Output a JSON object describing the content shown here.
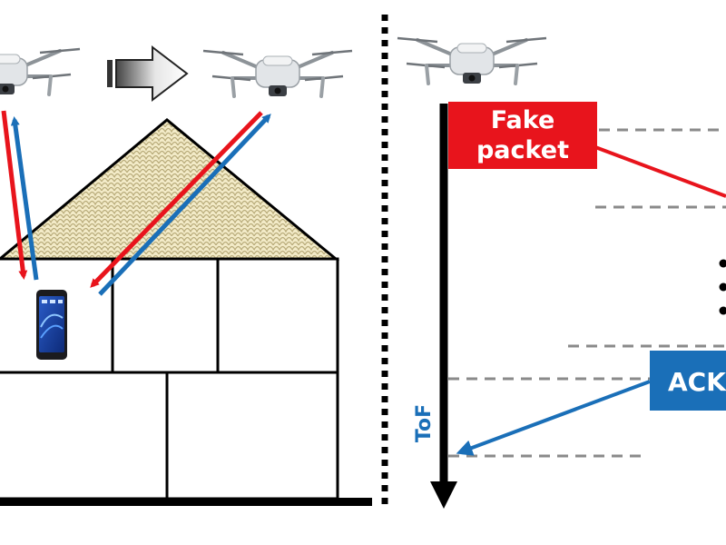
{
  "labels": {
    "fake_packet_line1": "Fake",
    "fake_packet_line2": "packet",
    "ack": "ACK",
    "tof": "ToF"
  },
  "colors": {
    "fake": "#e8141c",
    "ack": "#1a6fb8",
    "line": "#000000",
    "dash": "#8a8a8a",
    "roof_fill": "#f3ebc8",
    "roof_pattern": "#b8ab7a"
  }
}
